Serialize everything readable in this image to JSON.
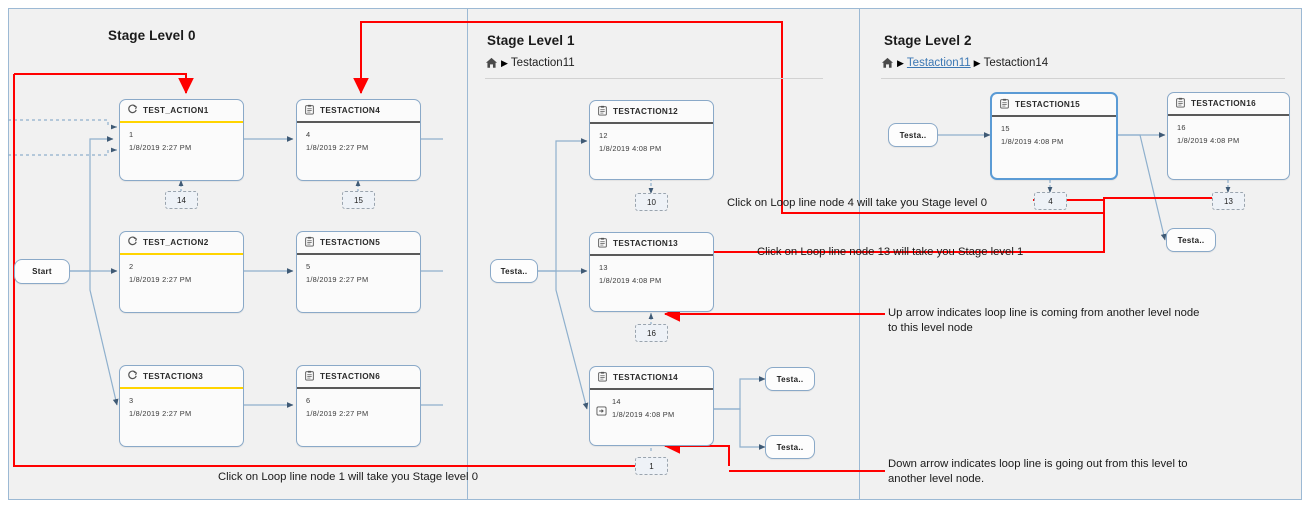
{
  "stages": [
    {
      "id": "level0",
      "title": "Stage Level 0",
      "breadcrumb": null
    },
    {
      "id": "level1",
      "title": "Stage Level 1",
      "breadcrumb": {
        "home_icon": "home-icon",
        "items": [
          {
            "label": "Testaction11",
            "link": false
          }
        ]
      }
    },
    {
      "id": "level2",
      "title": "Stage Level 2",
      "breadcrumb": {
        "home_icon": "home-icon",
        "items": [
          {
            "label": "Testaction11",
            "link": true
          },
          {
            "label": "Testaction14",
            "link": false
          }
        ]
      }
    }
  ],
  "nodes": {
    "start": {
      "label": "Start"
    },
    "test_action1": {
      "title": "TEST_ACTION1",
      "icon": "loop-icon",
      "rule": "yellow",
      "id_value": "1",
      "timestamp": "1/8/2019 2:27 PM"
    },
    "test_action2": {
      "title": "TEST_ACTION2",
      "icon": "loop-icon",
      "rule": "yellow",
      "id_value": "2",
      "timestamp": "1/8/2019 2:27 PM"
    },
    "testaction3": {
      "title": "TESTACTION3",
      "icon": "loop-icon",
      "rule": "yellow",
      "id_value": "3",
      "timestamp": "1/8/2019 2:27 PM"
    },
    "testaction4": {
      "title": "TESTACTION4",
      "icon": "clipboard-icon",
      "rule": "dark",
      "id_value": "4",
      "timestamp": "1/8/2019 2:27 PM"
    },
    "testaction5": {
      "title": "TESTACTION5",
      "icon": "clipboard-icon",
      "rule": "dark",
      "id_value": "5",
      "timestamp": "1/8/2019 2:27 PM"
    },
    "testaction6": {
      "title": "TESTACTION6",
      "icon": "clipboard-icon",
      "rule": "dark",
      "id_value": "6",
      "timestamp": "1/8/2019 2:27 PM"
    },
    "testaction12": {
      "title": "TESTACTION12",
      "icon": "clipboard-icon",
      "rule": "dark",
      "id_value": "12",
      "timestamp": "1/8/2019 4:08 PM"
    },
    "testaction13": {
      "title": "TESTACTION13",
      "icon": "clipboard-icon",
      "rule": "dark",
      "id_value": "13",
      "timestamp": "1/8/2019 4:08 PM"
    },
    "testaction14": {
      "title": "TESTACTION14",
      "icon": "clipboard-icon",
      "rule": "dark",
      "id_value": "14",
      "timestamp": "1/8/2019 4:08 PM",
      "body_icon": "enter-box-icon"
    },
    "testaction15": {
      "title": "TESTACTION15",
      "icon": "clipboard-icon",
      "rule": "dark",
      "id_value": "15",
      "timestamp": "1/8/2019 4:08 PM",
      "selected": true
    },
    "testaction16": {
      "title": "TESTACTION16",
      "icon": "clipboard-icon",
      "rule": "dark",
      "id_value": "16",
      "timestamp": "1/8/2019 4:08 PM"
    },
    "stub_l1_a": {
      "label": "Testa.."
    },
    "stub_l1_b": {
      "label": "Testa.."
    },
    "stub_l1_c": {
      "label": "Testa.."
    },
    "stub_l2_a": {
      "label": "Testa.."
    },
    "stub_l2_b": {
      "label": "Testa.."
    }
  },
  "loop_badges": {
    "b14": {
      "value": "14",
      "direction": "up"
    },
    "b15": {
      "value": "15",
      "direction": "up"
    },
    "b10": {
      "value": "10",
      "direction": "down"
    },
    "b16": {
      "value": "16",
      "direction": "up"
    },
    "b1": {
      "value": "1",
      "direction": "down"
    },
    "b4": {
      "value": "4",
      "direction": "down"
    },
    "b13": {
      "value": "13",
      "direction": "down"
    }
  },
  "annotations": {
    "node4": "Click on Loop line node 4 will take you Stage level 0",
    "node13": "Click on Loop line node 13 will take you Stage level 1",
    "node1": "Click on Loop line node 1 will take you Stage level 0",
    "up": "Up arrow indicates loop line is coming from another level node\nto this level node",
    "down": "Down arrow indicates loop line is going out from this level to\nanother level node."
  },
  "colors": {
    "panel_bg": "#f1f1f1",
    "panel_border": "#9cb9d4",
    "node_border": "#8aa9c8",
    "connector": "#8fb0cd",
    "callout": "#ff0000",
    "rule_yellow": "#ffd400",
    "rule_dark": "#5a5a5a",
    "link": "#3c78b4"
  }
}
